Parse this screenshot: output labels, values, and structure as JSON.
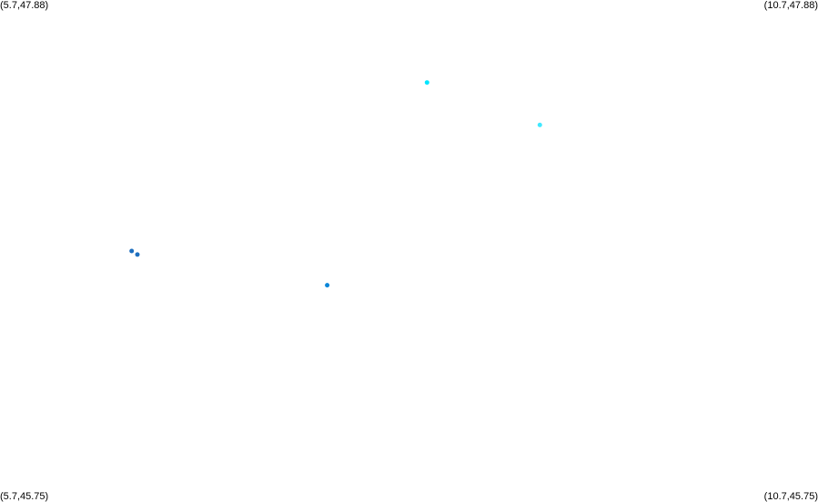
{
  "map": {
    "bounds": {
      "lon_min": 5.7,
      "lon_max": 10.7,
      "lat_min": 45.75,
      "lat_max": 47.88
    },
    "corner_labels": {
      "top_left": "(5.7,47.88)",
      "top_right": "(10.7,47.88)",
      "bottom_left": "(5.7,45.75)",
      "bottom_right": "(10.7,45.75)"
    },
    "points": [
      {
        "lon": 8.31,
        "lat": 47.53,
        "color": "#00e5ff"
      },
      {
        "lon": 9.0,
        "lat": 47.35,
        "color": "#40e8ff"
      },
      {
        "lon": 6.505,
        "lat": 46.815,
        "color": "#1e6fbf"
      },
      {
        "lon": 6.54,
        "lat": 46.8,
        "color": "#1e6fbf"
      },
      {
        "lon": 7.7,
        "lat": 46.67,
        "color": "#0a86d8"
      }
    ]
  }
}
